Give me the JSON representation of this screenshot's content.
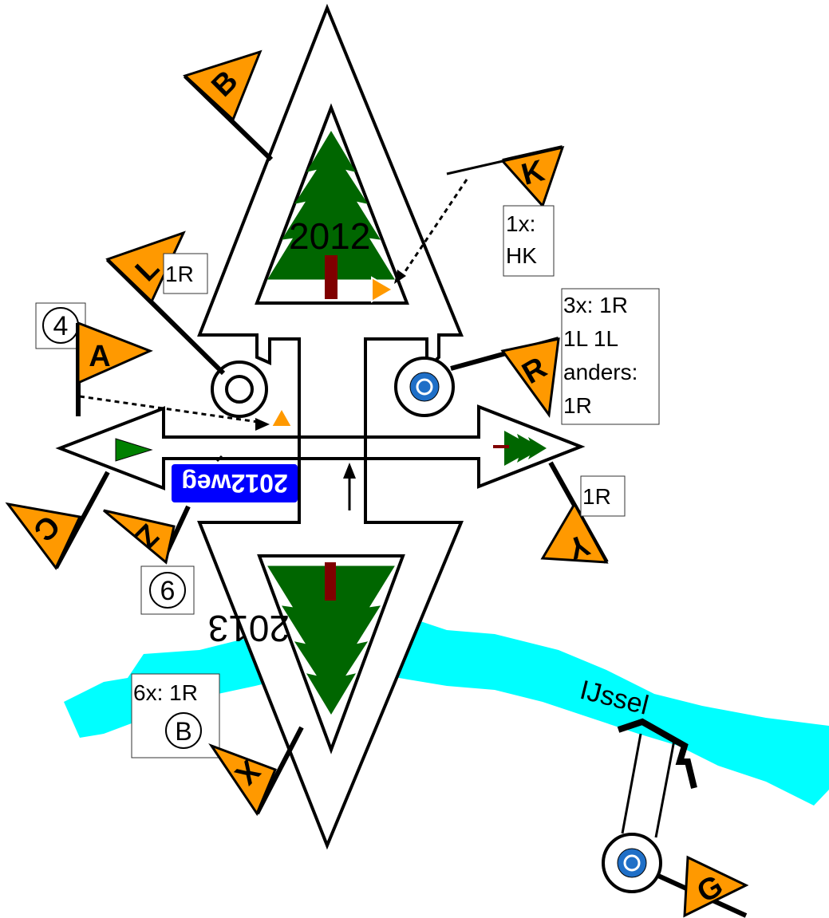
{
  "trees": {
    "top_year": "2012",
    "bottom_year": "2013"
  },
  "street_sign": {
    "text": "2012weg",
    "color": "#0000ff"
  },
  "river": {
    "name": "IJssel",
    "color": "#00ffff"
  },
  "flags": {
    "A": "A",
    "B": "B",
    "C": "C",
    "G": "G",
    "K": "K",
    "L": "L",
    "R": "R",
    "X": "X",
    "Y": "Y",
    "Z": "Z"
  },
  "notes": {
    "k_line1": "1x:",
    "k_line2": "HK",
    "l_note": "1R",
    "r_line1": "3x: 1R",
    "r_line2": "1L 1L",
    "r_line3": "anders:",
    "r_line4": "1R",
    "y_note": "1R",
    "bottom_line1": "6x: 1R",
    "bottom_circle": "B"
  },
  "circled": {
    "four": "4",
    "six": "6"
  },
  "colors": {
    "flag": "#ff9900",
    "tree_green": "#006600",
    "trunk": "#800000",
    "arrow_green": "#008000"
  }
}
